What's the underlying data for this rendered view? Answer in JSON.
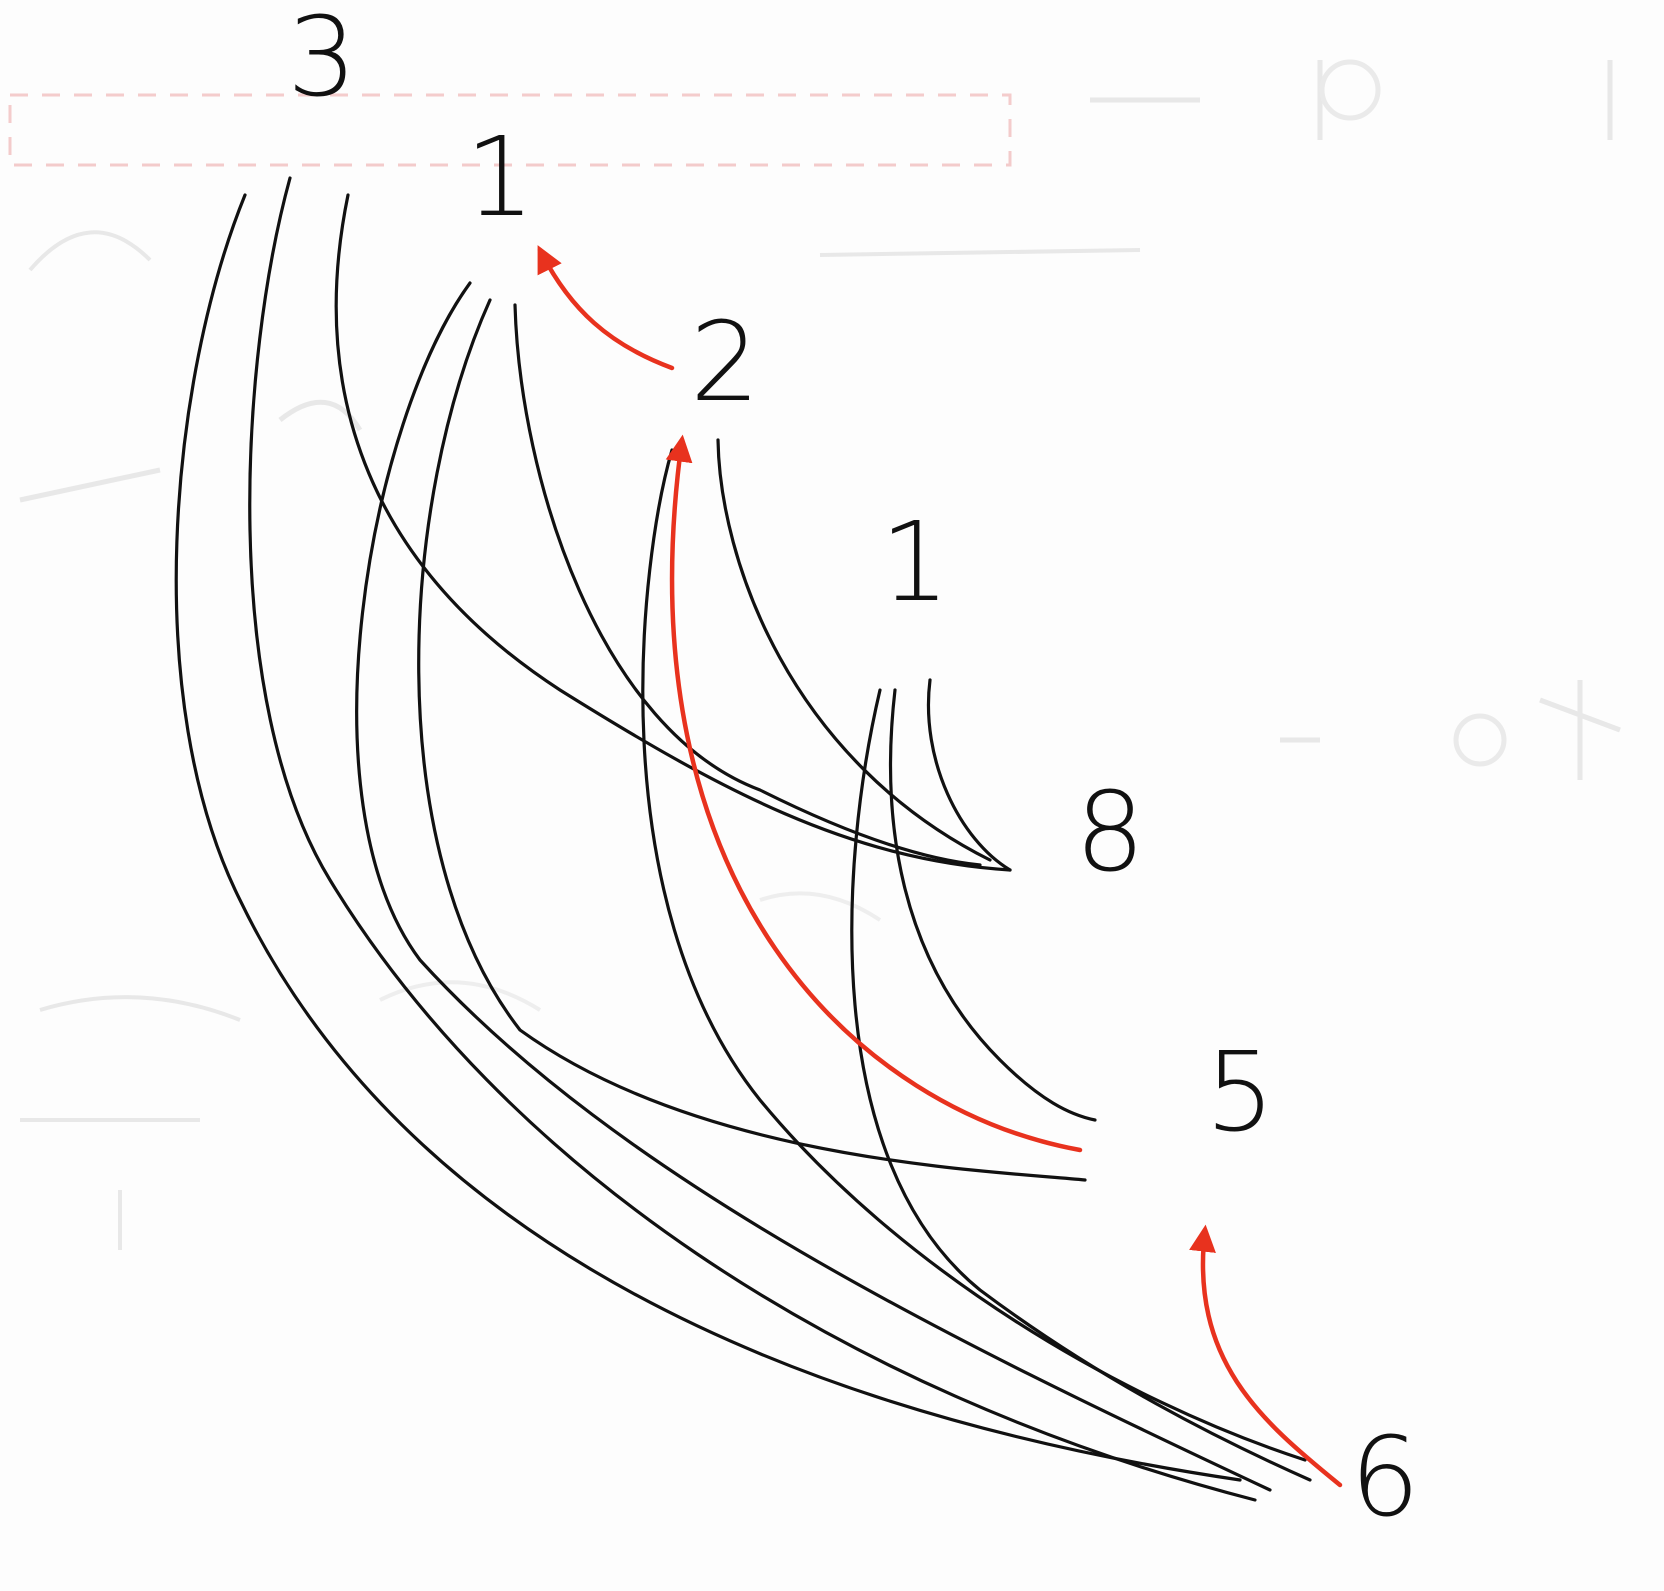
{
  "nodes": [
    {
      "id": "n3",
      "label": "3"
    },
    {
      "id": "n1a",
      "label": "1"
    },
    {
      "id": "n2",
      "label": "2"
    },
    {
      "id": "n1b",
      "label": "1"
    },
    {
      "id": "n8",
      "label": "8"
    },
    {
      "id": "n5",
      "label": "5"
    },
    {
      "id": "n6",
      "label": "6"
    }
  ],
  "colors": {
    "edge": "#111111",
    "highlight": "#e8321e",
    "background_text": "#e0e0e0",
    "stamp": "#f3c6c6"
  },
  "edges": [
    {
      "from": "n3",
      "to": "n6",
      "style": "edge"
    },
    {
      "from": "n3",
      "to": "n6",
      "style": "edge"
    },
    {
      "from": "n3",
      "to": "n8",
      "style": "edge"
    },
    {
      "from": "n1a",
      "to": "n6",
      "style": "edge"
    },
    {
      "from": "n1a",
      "to": "n5",
      "style": "edge"
    },
    {
      "from": "n1a",
      "to": "n8",
      "style": "edge"
    },
    {
      "from": "n2",
      "to": "n6",
      "style": "edge"
    },
    {
      "from": "n2",
      "to": "n8",
      "style": "edge"
    },
    {
      "from": "n1b",
      "to": "n6",
      "style": "edge"
    },
    {
      "from": "n1b",
      "to": "n5",
      "style": "edge"
    },
    {
      "from": "n1b",
      "to": "n8",
      "style": "edge"
    },
    {
      "from": "n2",
      "to": "n1a",
      "style": "highlight"
    },
    {
      "from": "n5",
      "to": "n2",
      "style": "highlight"
    },
    {
      "from": "n6",
      "to": "n5",
      "style": "highlight"
    }
  ]
}
